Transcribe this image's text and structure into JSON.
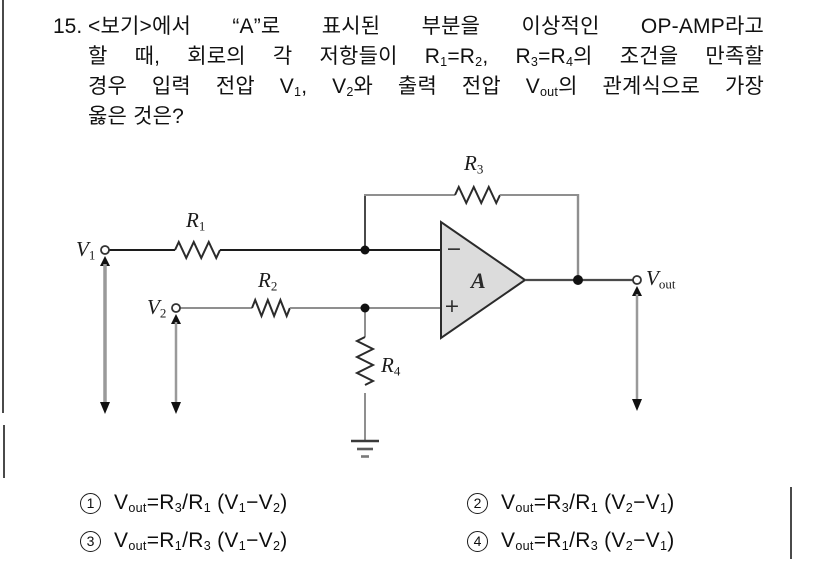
{
  "colors": {
    "wire_dark": "#1c1c1c",
    "wire_gray": "#8f8f8f",
    "opamp_fill": "#dcdcdc",
    "text": "#111111"
  },
  "question": {
    "number": "15.",
    "lines": [
      "&lt;보기&gt;에서 “A”로 표시된 부분을 이상적인 OP-AMP라고",
      "할 때, 회로의 각 저항들이 R<sub>1</sub>=R<sub>2</sub>, R<sub>3</sub>=R<sub>4</sub>의 조건을 만족할",
      "경우 입력 전압 V<sub>1</sub>, V<sub>2</sub>와 출력 전압 V<sub>out</sub>의 관계식으로 가장",
      "옳은 것은?"
    ]
  },
  "circuit": {
    "labels": {
      "v1": "V<sub>1</sub>",
      "v2": "V<sub>2</sub>",
      "vout": "V<sub>out</sub>",
      "r1": "R<sub>1</sub>",
      "r2": "R<sub>2</sub>",
      "r3": "R<sub>3</sub>",
      "r4": "R<sub>4</sub>",
      "amp": "A",
      "inverting_input": "−",
      "noninverting_input": "+"
    }
  },
  "options": [
    {
      "num": "1",
      "formula": "V<sub>out</sub>=R<sub>3</sub>/R<sub>1</sub> (V<sub>1</sub>−V<sub>2</sub>)"
    },
    {
      "num": "2",
      "formula": "V<sub>out</sub>=R<sub>3</sub>/R<sub>1</sub> (V<sub>2</sub>−V<sub>1</sub>)"
    },
    {
      "num": "3",
      "formula": "V<sub>out</sub>=R<sub>1</sub>/R<sub>3</sub> (V<sub>1</sub>−V<sub>2</sub>)"
    },
    {
      "num": "4",
      "formula": "V<sub>out</sub>=R<sub>1</sub>/R<sub>3</sub> (V<sub>2</sub>−V<sub>1</sub>)"
    }
  ]
}
